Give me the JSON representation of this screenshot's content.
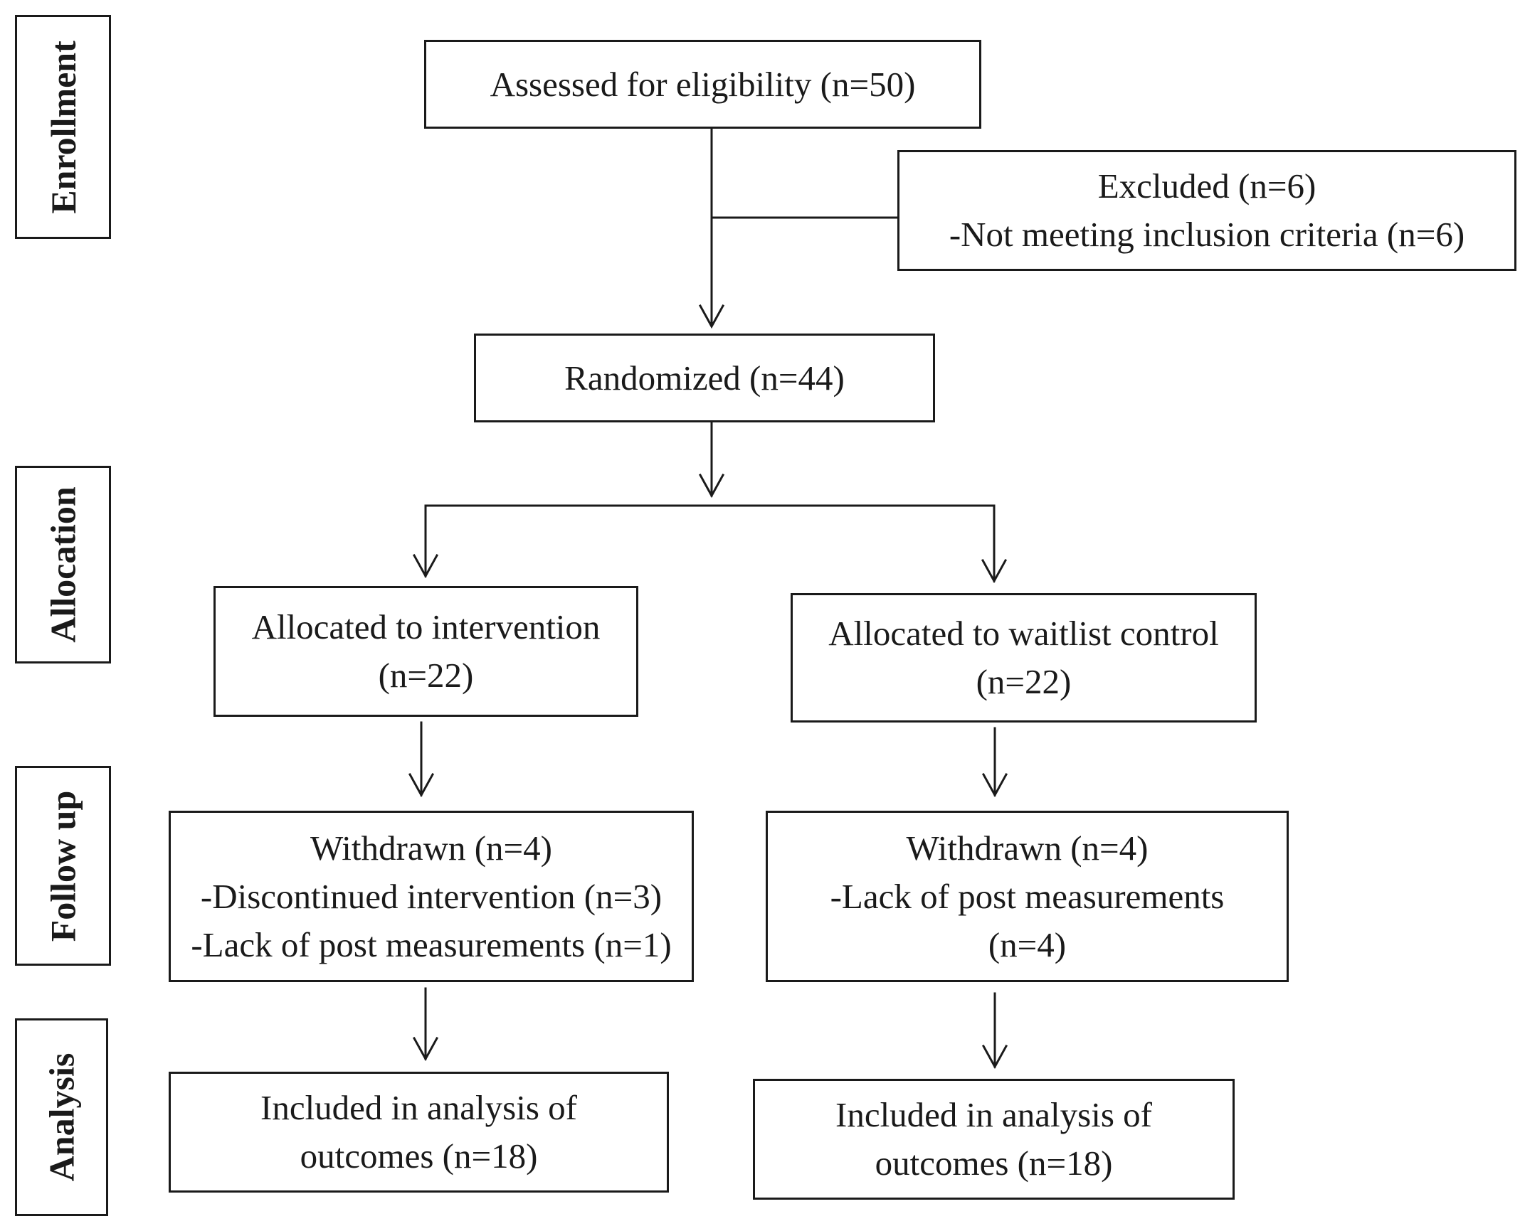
{
  "stages": {
    "enrollment": "Enrollment",
    "allocation": "Allocation",
    "follow_up": "Follow up",
    "analysis": "Analysis"
  },
  "nodes": {
    "assessed": {
      "lines": [
        "Assessed for eligibility (n=50)"
      ]
    },
    "excluded": {
      "lines": [
        "Excluded (n=6)",
        "-Not meeting inclusion criteria (n=6)"
      ]
    },
    "randomized": {
      "lines": [
        "Randomized (n=44)"
      ]
    },
    "alloc_intervention": {
      "lines": [
        "Allocated to intervention",
        "(n=22)"
      ]
    },
    "alloc_waitlist": {
      "lines": [
        "Allocated to waitlist control",
        "(n=22)"
      ]
    },
    "withdrawn_intervention": {
      "lines": [
        "Withdrawn (n=4)",
        "-Discontinued intervention (n=3)",
        "-Lack of post measurements (n=1)"
      ]
    },
    "withdrawn_waitlist": {
      "lines": [
        "Withdrawn (n=4)",
        "-Lack of post measurements",
        "(n=4)"
      ]
    },
    "analysis_intervention": {
      "lines": [
        "Included in analysis of",
        "outcomes (n=18)"
      ]
    },
    "analysis_waitlist": {
      "lines": [
        "Included in analysis of",
        "outcomes (n=18)"
      ]
    }
  },
  "edges": [
    {
      "from": "assessed",
      "to": "excluded"
    },
    {
      "from": "assessed",
      "to": "randomized"
    },
    {
      "from": "randomized",
      "to": "alloc_intervention"
    },
    {
      "from": "randomized",
      "to": "alloc_waitlist"
    },
    {
      "from": "alloc_intervention",
      "to": "withdrawn_intervention"
    },
    {
      "from": "alloc_waitlist",
      "to": "withdrawn_waitlist"
    },
    {
      "from": "withdrawn_intervention",
      "to": "analysis_intervention"
    },
    {
      "from": "withdrawn_waitlist",
      "to": "analysis_waitlist"
    }
  ]
}
